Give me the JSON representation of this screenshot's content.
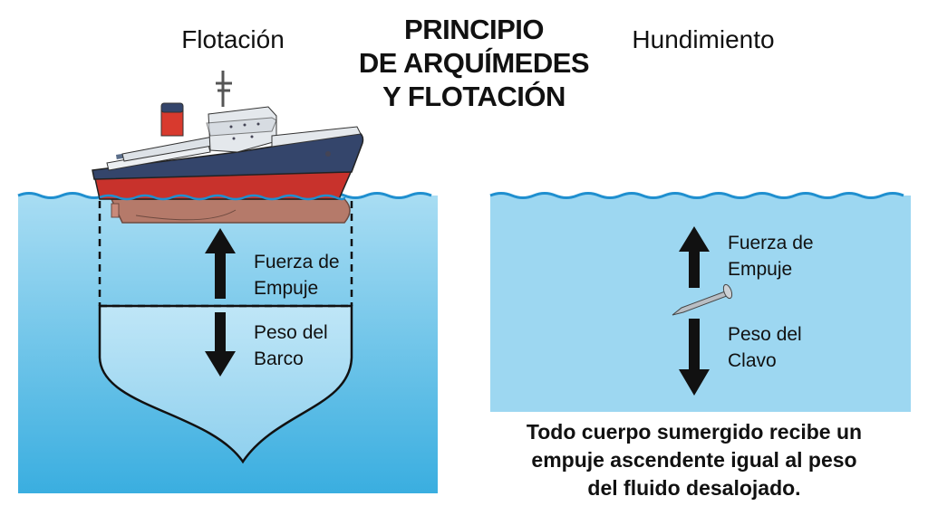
{
  "title": {
    "line1": "PRINCIPIO",
    "line2": "DE ARQUÍMEDES",
    "line3": "Y FLOTACIÓN"
  },
  "left_panel": {
    "heading": "Flotación",
    "buoyancy_label": {
      "line1": "Fuerza de",
      "line2": "Empuje"
    },
    "weight_label": {
      "line1": "Peso del",
      "line2": "Barco"
    }
  },
  "right_panel": {
    "heading": "Hundimiento",
    "buoyancy_label": {
      "line1": "Fuerza de",
      "line2": "Empuje"
    },
    "weight_label": {
      "line1": "Peso del",
      "line2": "Clavo"
    }
  },
  "note": {
    "line1": "Todo cuerpo sumergido recibe un",
    "line2": "empuje ascendente igual al peso",
    "line3": "del fluido desalojado."
  },
  "colors": {
    "water_light": "#a6dcf3",
    "water_deep": "#3aaee0",
    "hull_blue": "#34456b",
    "hull_red": "#c8322c",
    "funnel_red": "#d83a2e"
  }
}
